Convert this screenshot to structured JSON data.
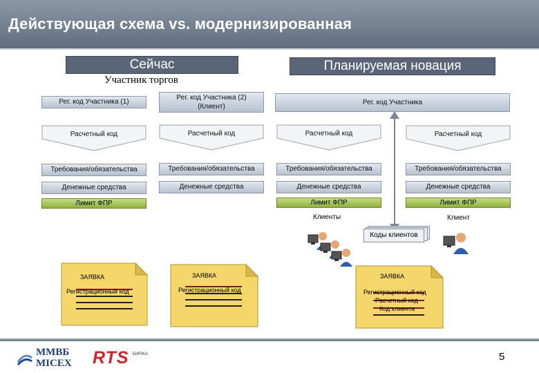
{
  "title": "Действующая схема vs. модернизированная",
  "headers": {
    "now": "Сейчас",
    "planned": "Планируемая новация"
  },
  "trader_caption": "Участник торгов",
  "reg_codes": {
    "p1": "Рег. код Участника (1)",
    "p2_line1": "Рег. код Участника (2)",
    "p2_line2": "(Клиент)",
    "new": "Рег. код Участника"
  },
  "settlement_code": "Расчетный код",
  "obligations": "Требования/обязательства",
  "money": "Денежные средства",
  "fpr_limit": "Лимит ФПР",
  "clients_label": "Клиенты",
  "client_label": "Клиент",
  "client_codes": "Коды клиентов",
  "order": {
    "title": "ЗАЯВКА",
    "reg_code": "Регистрационный код",
    "settlement_code": "Расчетный код",
    "client_code": "Код клиента"
  },
  "logos": {
    "mmvb_line1": "ММВБ",
    "mmvb_line2": "MICEX",
    "rts": "RTS",
    "rts_sub": "БИРЖА"
  },
  "page_number": "5",
  "colors": {
    "header": "#5a6678",
    "green": "#9ab94a",
    "doc": "#f5d66b",
    "arrow": "#7d8796"
  }
}
